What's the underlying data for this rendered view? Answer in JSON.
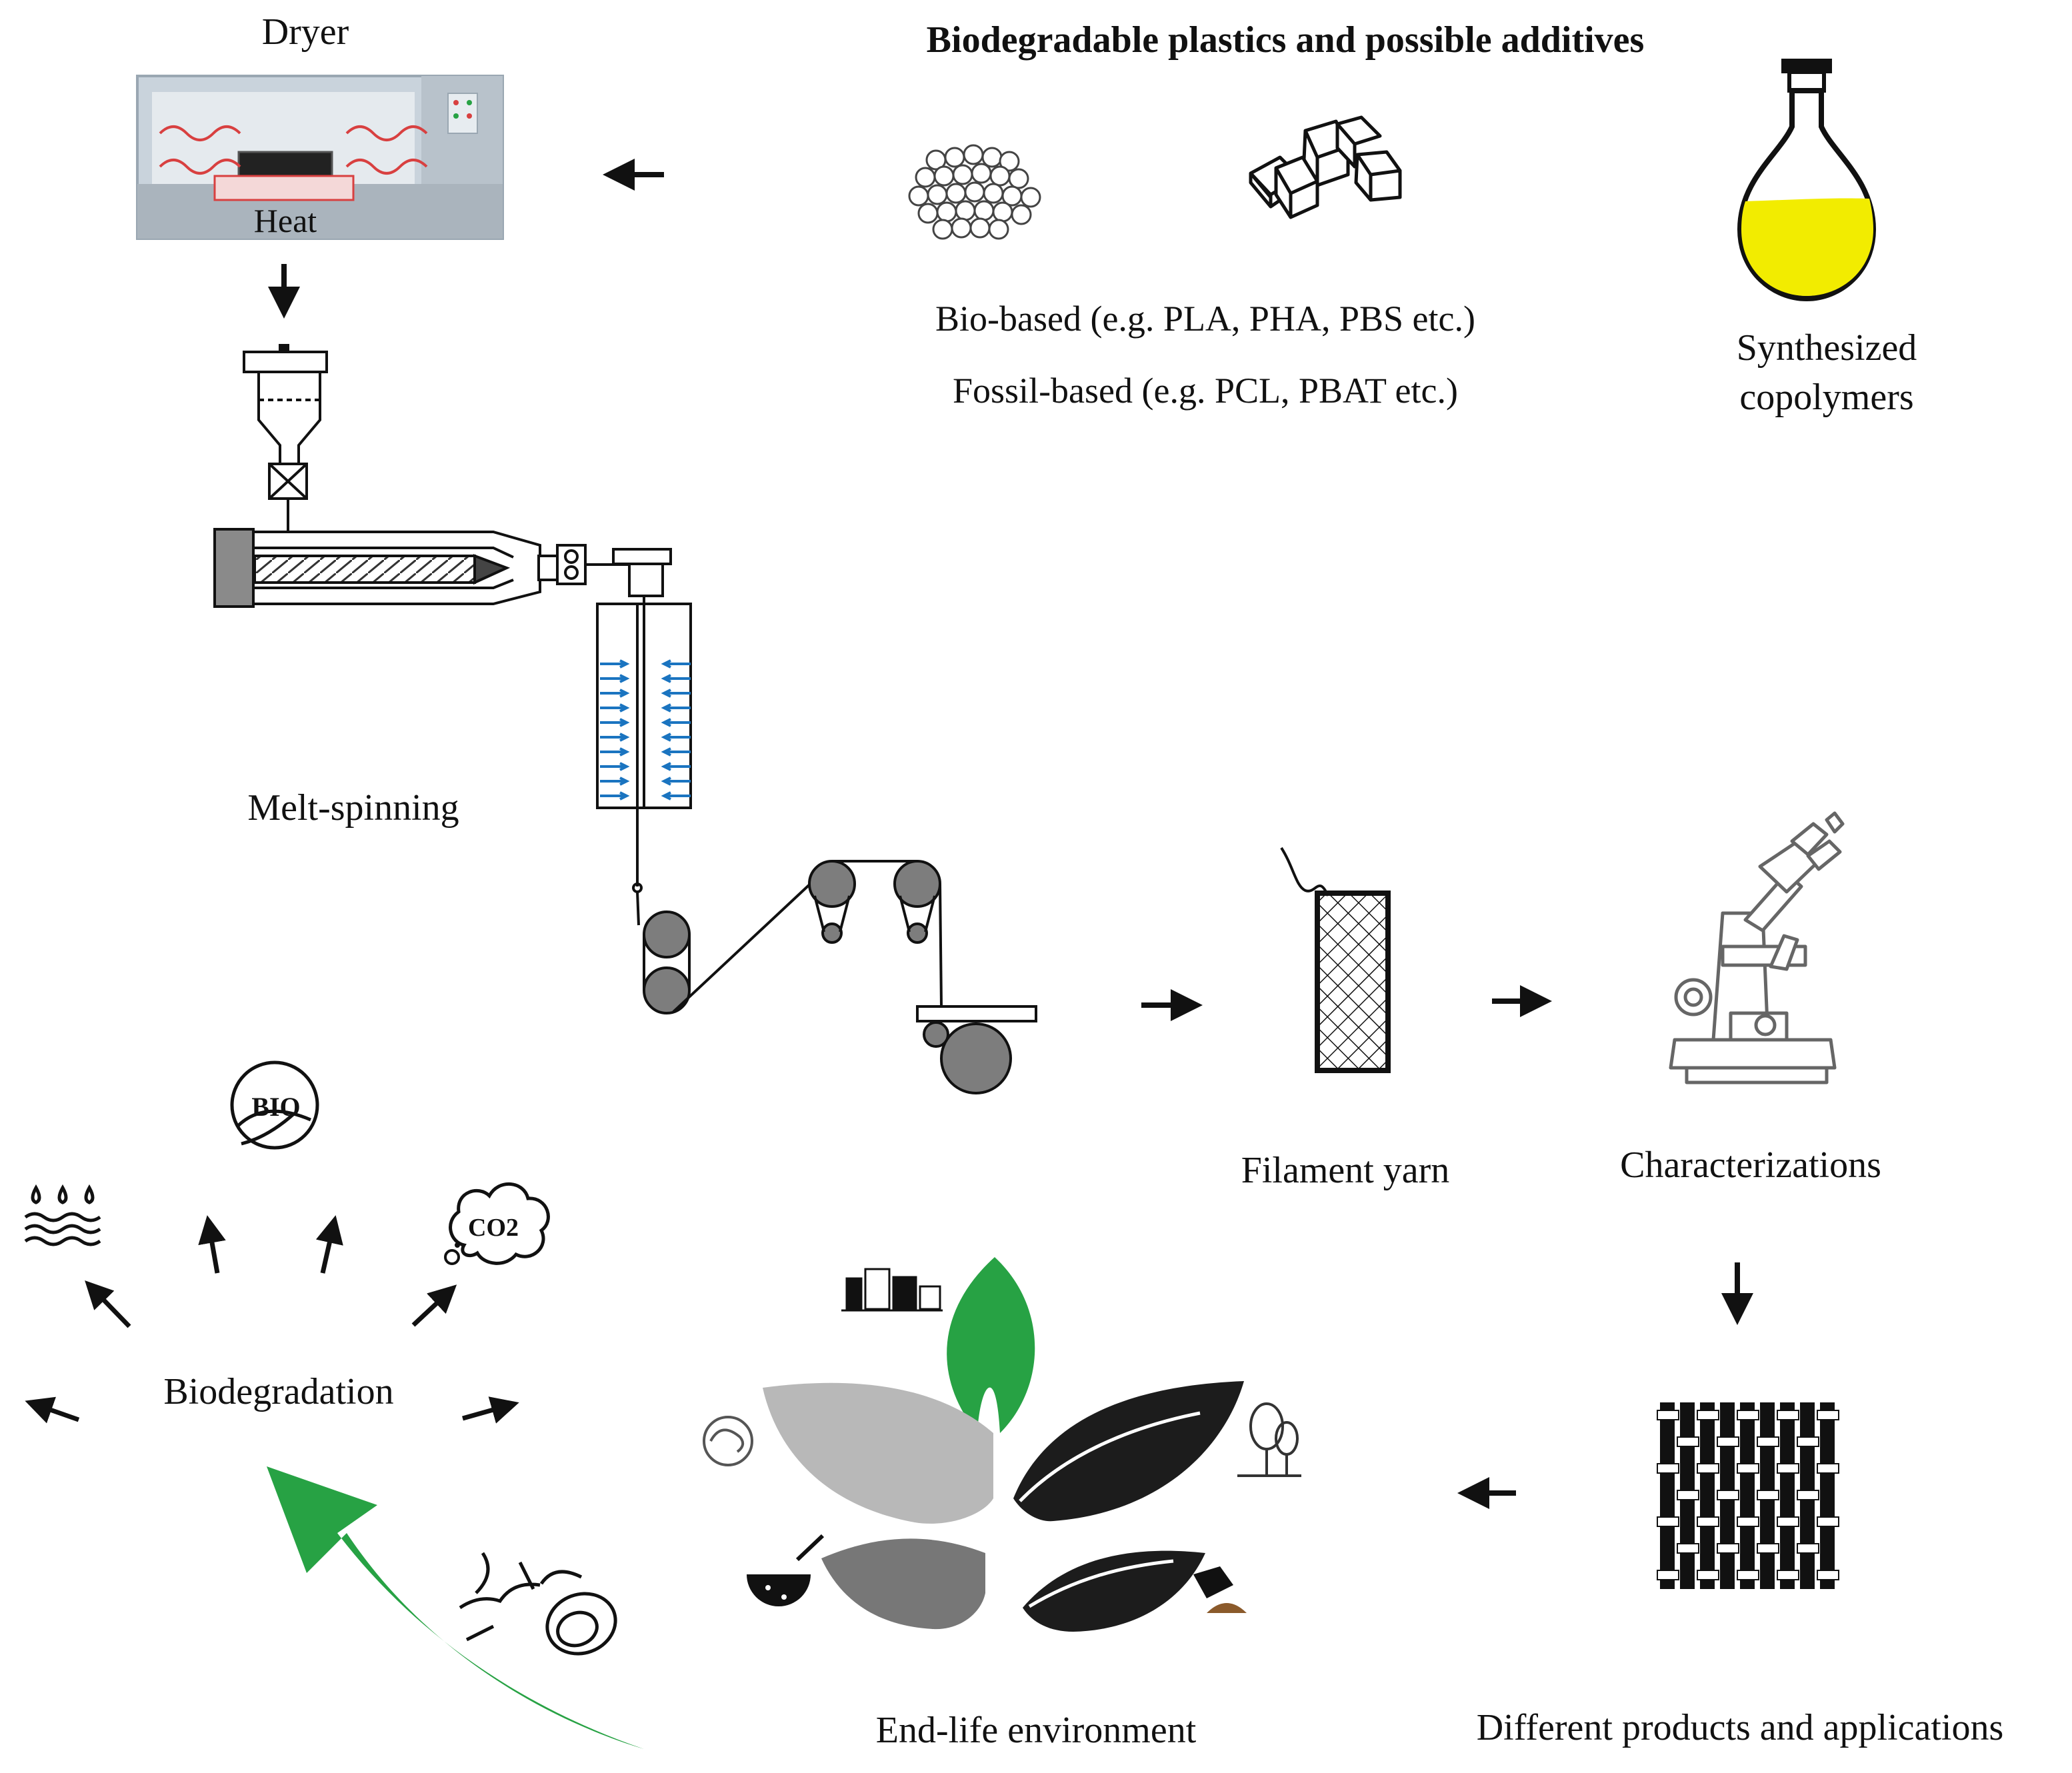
{
  "header": {
    "title": "Biodegradable plastics and possible additives"
  },
  "labels": {
    "dryer": "Dryer",
    "heat": "Heat",
    "bio_based": "Bio-based (e.g. PLA, PHA, PBS etc.)",
    "fossil_based": "Fossil-based (e.g. PCL, PBAT etc.)",
    "synthesized_line1": "Synthesized",
    "synthesized_line2": "copolymers",
    "melt_spinning": "Melt-spinning",
    "filament_yarn": "Filament yarn",
    "characterizations": "Characterizations",
    "biodegradation": "Biodegradation",
    "end_life": "End-life environment",
    "products": "Different products and  applications",
    "bio_badge": "BIO",
    "co2_badge": "CO2"
  },
  "colors": {
    "green": "#27a244",
    "flask_liquid": "#f2ec00",
    "dryer_heat": "#d84040",
    "quench_arrows": "#1a74c0",
    "roller_gray": "#7d7d7d",
    "leaf_light": "#b8b8b8",
    "leaf_mid": "#777777",
    "leaf_dark": "#1c1c1c"
  },
  "icons": [
    "dryer-icon",
    "pellets-icon",
    "cubes-icon",
    "flask-icon",
    "extruder-icon",
    "yarn-icon",
    "microscope-icon",
    "fabric-icon",
    "leaf-cluster-icon",
    "bio-badge-icon",
    "water-icon",
    "co2-cloud-icon",
    "green-arrow-icon",
    "microbe-icon"
  ]
}
